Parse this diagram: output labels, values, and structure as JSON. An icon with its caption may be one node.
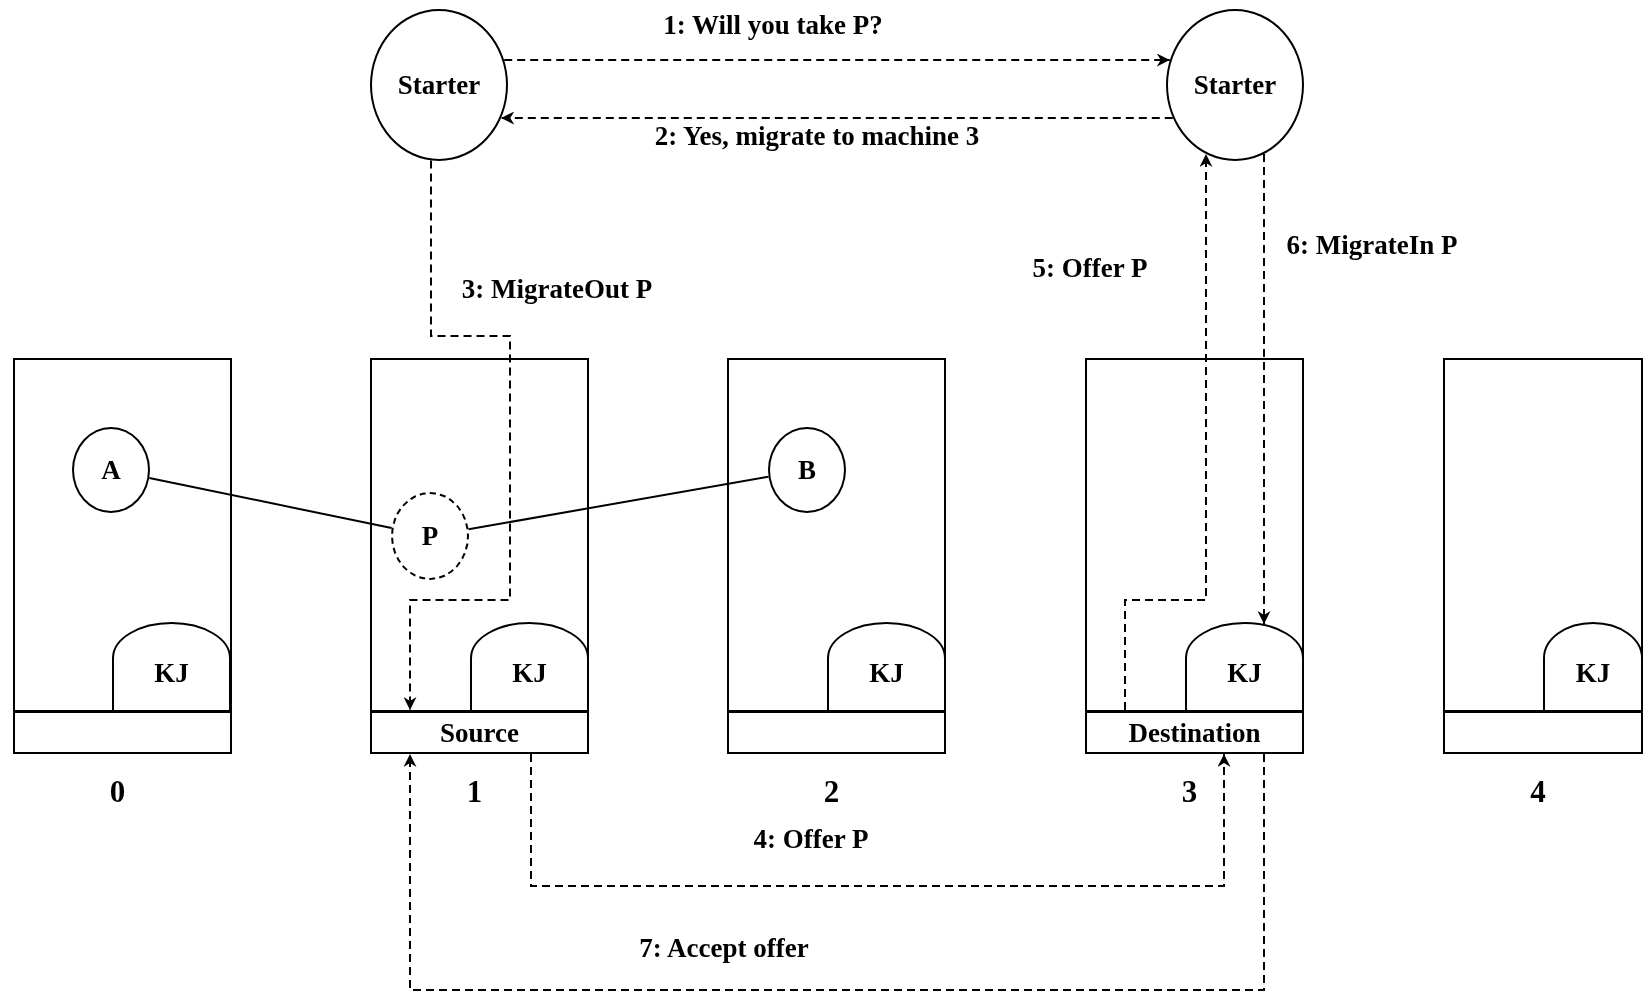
{
  "diagram": {
    "nodes": [
      {
        "text": [
          "Starter"
        ]
      },
      {
        "text": [
          "Starter"
        ]
      },
      {
        "text": [],
        "shape": "box",
        "beside": [
          "0"
        ]
      },
      {
        "text": [
          "A"
        ],
        "in": 2
      },
      {
        "text": [
          "KJ"
        ],
        "in": 2
      },
      {
        "text": [],
        "shape": "bar",
        "in": 2
      },
      {
        "text": [],
        "shape": "box",
        "beside": [
          "1"
        ]
      },
      {
        "text": [
          "P"
        ],
        "in": 6
      },
      {
        "text": [
          "KJ"
        ],
        "in": 6
      },
      {
        "text": [
          "Source"
        ],
        "in": 6
      },
      {
        "text": [],
        "shape": "box",
        "beside": [
          "2"
        ]
      },
      {
        "text": [
          "B"
        ],
        "in": 10
      },
      {
        "text": [
          "KJ"
        ],
        "in": 10
      },
      {
        "text": [],
        "shape": "bar",
        "in": 10
      },
      {
        "text": [],
        "shape": "box",
        "beside": [
          "3"
        ]
      },
      {
        "text": [
          "KJ"
        ],
        "in": 14
      },
      {
        "text": [
          "Destination"
        ],
        "in": 14
      },
      {
        "text": [],
        "shape": "box",
        "beside": [
          "4"
        ]
      },
      {
        "text": [
          "KJ"
        ],
        "in": 17
      },
      {
        "text": [],
        "shape": "bar",
        "in": 17
      }
    ],
    "edges": [
      {
        "from": 0,
        "to": 1,
        "arrow": "to",
        "label": "1: Will you take P?",
        "style": "dashed"
      },
      {
        "from": 1,
        "to": 0,
        "arrow": "to",
        "label": "2: Yes, migrate to machine 3",
        "style": "dashed"
      },
      {
        "from": 0,
        "to": 9,
        "arrow": "to",
        "label": "3: MigrateOut P",
        "style": "dashed"
      },
      {
        "from": 9,
        "to": 16,
        "arrow": "to",
        "label": "4: Offer P",
        "style": "dashed"
      },
      {
        "from": 16,
        "to": 1,
        "arrow": "to",
        "label": "5: Offer P",
        "style": "dashed"
      },
      {
        "from": 1,
        "to": 15,
        "arrow": "to",
        "label": "6: MigrateIn P",
        "style": "dashed"
      },
      {
        "from": 16,
        "to": 9,
        "arrow": "to",
        "label": "7: Accept offer",
        "style": "dashed"
      },
      {
        "from": 3,
        "to": 7,
        "arrow": "none"
      },
      {
        "from": 7,
        "to": 11,
        "arrow": "none"
      }
    ]
  }
}
